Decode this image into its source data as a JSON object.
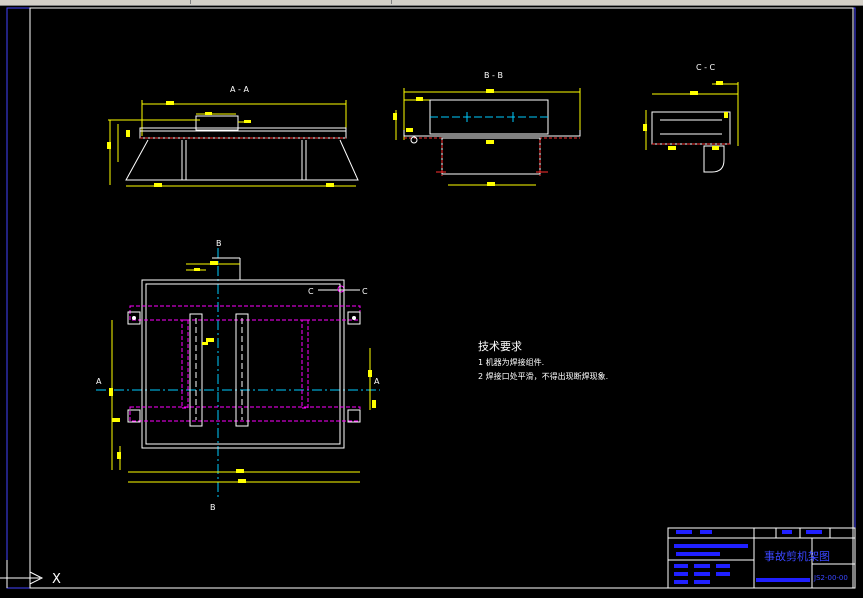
{
  "views": {
    "section_aa": "A - A",
    "section_bb": "B - B",
    "section_cc": "C - C"
  },
  "plan": {
    "cut_b_top": "B",
    "cut_b_bottom": "B",
    "cut_a_left": "A",
    "cut_a_right": "A",
    "cut_c_left": "C",
    "cut_c_right": "C"
  },
  "notes": {
    "heading": "技术要求",
    "line1": "1  机器为焊接组件.",
    "line2": "2  焊接口处平滑，不得出现断焊现象."
  },
  "title_block": {
    "drawing_name": "事故剪机架图",
    "drawing_code": "JS2-00-00"
  },
  "ucs": {
    "x_label": "X"
  },
  "colors": {
    "background": "#000000",
    "outline": "#ffffff",
    "dimension": "#ffff00",
    "hidden": "#ff00ff",
    "weld": "#ff2020",
    "center": "#00ccff",
    "title_block": "#2020ff"
  }
}
